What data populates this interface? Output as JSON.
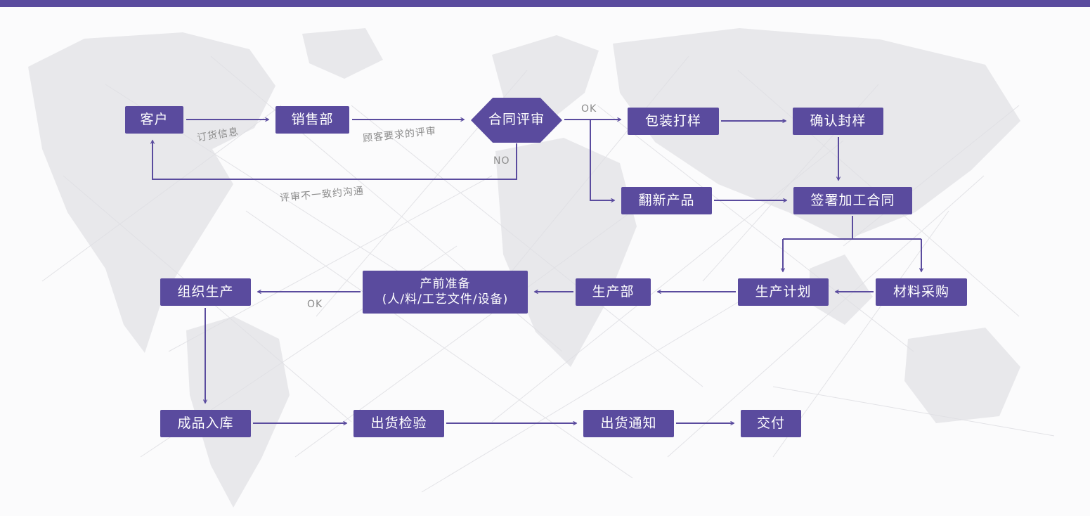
{
  "colors": {
    "accent": "#5a4b9e",
    "edge_label": "#8c8c8c",
    "map_fill": "#e8e8eb",
    "background": "#fbfbfc"
  },
  "nodes": [
    {
      "id": "customer",
      "label": "客户"
    },
    {
      "id": "sales-dept",
      "label": "销售部"
    },
    {
      "id": "contract-review",
      "label": "合同评审",
      "shape": "hexagon"
    },
    {
      "id": "packaging-sample",
      "label": "包装打样"
    },
    {
      "id": "confirm-sample",
      "label": "确认封样"
    },
    {
      "id": "refurbished-product",
      "label": "翻新产品"
    },
    {
      "id": "sign-contract",
      "label": "签署加工合同"
    },
    {
      "id": "production-plan",
      "label": "生产计划"
    },
    {
      "id": "material-purchase",
      "label": "材料采购"
    },
    {
      "id": "production-dept",
      "label": "生产部"
    },
    {
      "id": "preproduction",
      "label": "产前准备",
      "label2": "(人/料/工艺文件/设备)"
    },
    {
      "id": "organize-production",
      "label": "组织生产"
    },
    {
      "id": "finished-warehouse",
      "label": "成品入库"
    },
    {
      "id": "shipment-inspection",
      "label": "出货检验"
    },
    {
      "id": "shipment-notice",
      "label": "出货通知"
    },
    {
      "id": "delivery",
      "label": "交付"
    }
  ],
  "edge_labels": {
    "order_info": "订货信息",
    "customer_requirement_review": "顾客要求的评审",
    "ok_top": "OK",
    "no": "NO",
    "review_disagreement": "评审不一致约沟通",
    "ok_bottom": "OK"
  }
}
